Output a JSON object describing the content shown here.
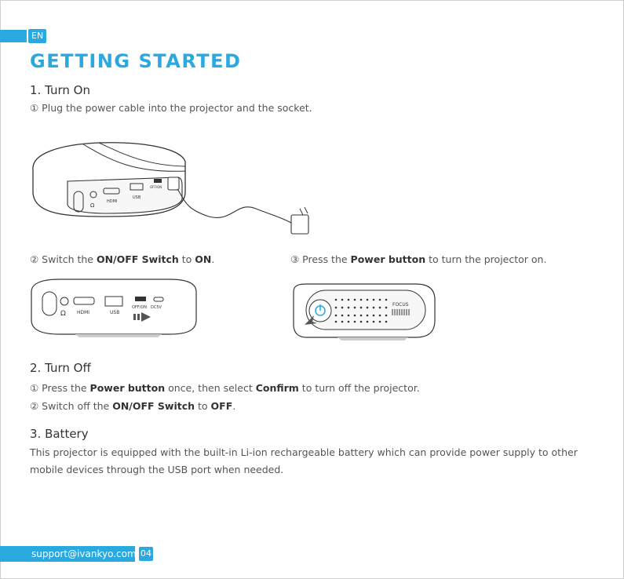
{
  "lang": "EN",
  "title": "GETTING STARTED",
  "s1": {
    "heading": "1. Turn On",
    "step1": "① Plug the power cable into the projector and the socket.",
    "step2_pre": "② Switch the ",
    "step2_b1": "ON/OFF Switch",
    "step2_mid": " to ",
    "step2_b2": "ON",
    "step2_end": ".",
    "step3_pre": "③ Press the ",
    "step3_b1": "Power button",
    "step3_end": " to turn the projector on."
  },
  "s2": {
    "heading": "2. Turn Off",
    "step1_pre": "① Press the ",
    "step1_b1": "Power button",
    "step1_mid": " once, then select ",
    "step1_b2": "Confirm",
    "step1_end": " to turn off the projector.",
    "step2_pre": "② Switch off the ",
    "step2_b1": "ON/OFF Switch",
    "step2_mid": " to ",
    "step2_b2": "OFF",
    "step2_end": "."
  },
  "s3": {
    "heading": "3. Battery",
    "text": "This projector is equipped with the built-in Li-ion rechargeable battery which can provide power supply to other mobile devices through the USB port when needed."
  },
  "labels": {
    "hdmi": "HDMI",
    "usb": "USB",
    "offon": "OFF/ON",
    "dc5v": "DC5V",
    "focus": "FOCUS"
  },
  "footer": {
    "email": "support@ivankyo.com",
    "page": "04"
  }
}
